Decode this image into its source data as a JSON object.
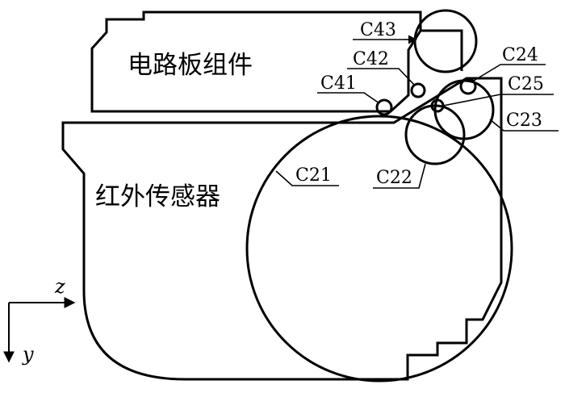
{
  "components": {
    "circuit_board": "电路板组件",
    "ir_sensor": "红外传感器"
  },
  "labels": {
    "c21": "C21",
    "c22": "C22",
    "c23": "C23",
    "c24": "C24",
    "c25": "C25",
    "c41": "C41",
    "c42": "C42",
    "c43": "C43"
  },
  "axes": {
    "z": "z",
    "y": "y"
  }
}
